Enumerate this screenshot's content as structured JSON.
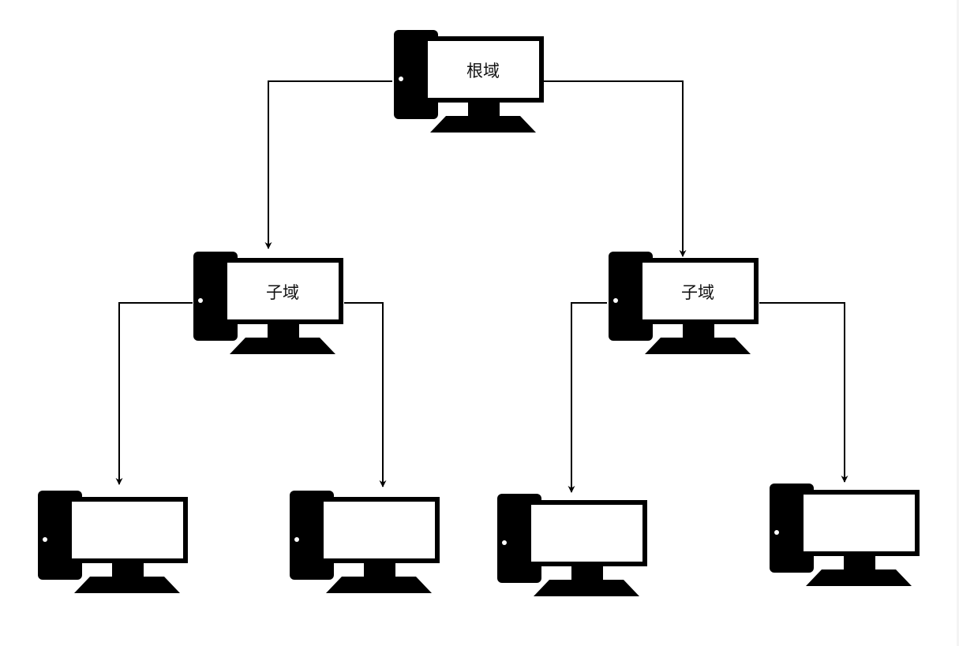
{
  "diagram": {
    "type": "tree",
    "colors": {
      "domain_stroke": "#6c8ebf",
      "domain_fill": "#dae8fc",
      "client_stroke": "#9673a6",
      "client_fill": "#e1d5e7",
      "edge": "#000000"
    },
    "nodes": [
      {
        "id": "root",
        "label": "根域",
        "role": "root-domain"
      },
      {
        "id": "child-left",
        "label": "子域",
        "role": "child-domain"
      },
      {
        "id": "child-right",
        "label": "子域",
        "role": "child-domain"
      },
      {
        "id": "client-1",
        "label": "",
        "role": "client"
      },
      {
        "id": "client-2",
        "label": "",
        "role": "client"
      },
      {
        "id": "client-3",
        "label": "",
        "role": "client"
      },
      {
        "id": "client-4",
        "label": "",
        "role": "client"
      }
    ],
    "edges": [
      {
        "from": "root",
        "to": "child-left"
      },
      {
        "from": "root",
        "to": "child-right"
      },
      {
        "from": "child-left",
        "to": "client-1"
      },
      {
        "from": "child-left",
        "to": "client-2"
      },
      {
        "from": "child-right",
        "to": "client-3"
      },
      {
        "from": "child-right",
        "to": "client-4"
      }
    ]
  }
}
